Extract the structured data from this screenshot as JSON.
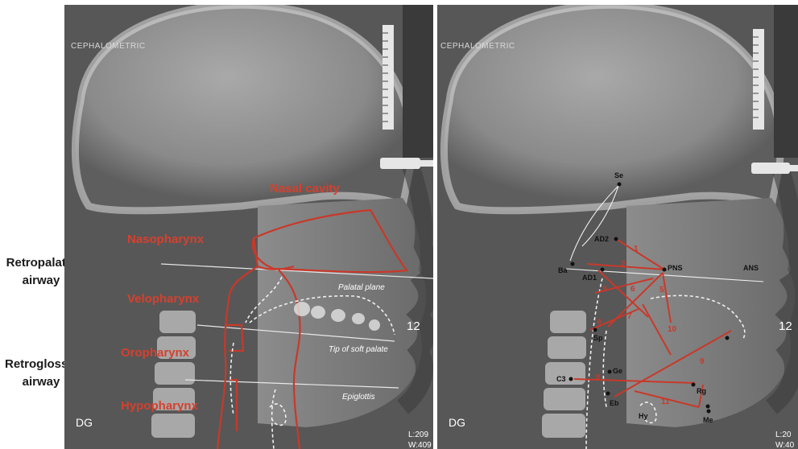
{
  "left_panel": {
    "header": "CEPHALOMETRIC",
    "regions": {
      "nasal_cavity": "Nasal cavity",
      "nasopharynx": "Nasopharynx",
      "velopharynx": "Velopharynx",
      "oropharynx": "Oropharynx",
      "hypopharynx": "Hypopharynx"
    },
    "planes": {
      "palatal": "Palatal plane",
      "soft_palate": "Tip of soft palate",
      "epiglottis": "Epiglottis"
    },
    "corner_left": "DG",
    "edge_number": "12",
    "corner_right_1": "L:209",
    "corner_right_2": "W:409"
  },
  "side_labels": {
    "retropalatal_1": "Retropalatal",
    "retropalatal_2": "airway",
    "retroglossal_1": "Retroglossal",
    "retroglossal_2": "airway"
  },
  "right_panel": {
    "header": "CEPHALOMETRIC",
    "landmarks": {
      "se": "Se",
      "ad2": "AD2",
      "ba": "Ba",
      "ad1": "AD1",
      "pns": "PNS",
      "ans": "ANS",
      "sp": "Sp",
      "ge": "Ge",
      "c3": "C3",
      "eb": "Eb",
      "hy": "Hy",
      "rgn": "Rg",
      "me": "Me"
    },
    "measure_numbers": [
      "1",
      "2",
      "3",
      "4",
      "5",
      "6",
      "7",
      "8",
      "9",
      "10",
      "11"
    ],
    "corner_left": "DG",
    "edge_number": "12",
    "corner_right_1": "L:20",
    "corner_right_2": "W:40"
  },
  "colors": {
    "annotation_red": "#c8392a",
    "label_red": "#d6402e",
    "film_dark": "#4e4e4e",
    "bone_light": "#d9d9d9"
  }
}
